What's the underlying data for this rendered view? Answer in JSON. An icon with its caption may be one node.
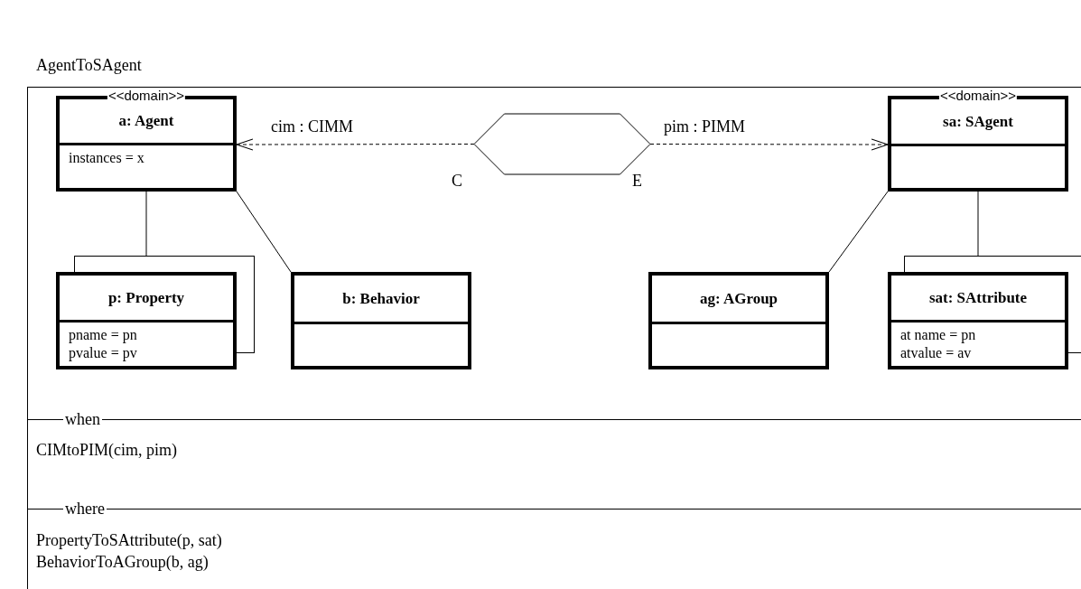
{
  "diagram": {
    "title": "AgentToSAgent",
    "nodes": [
      {
        "text": [
          "<<domain>>",
          "a: Agent",
          "instances = x"
        ]
      },
      {
        "text": [],
        "shape": "hexagon",
        "beside": [
          "C",
          "E"
        ]
      },
      {
        "text": [
          "<<domain>>",
          "sa: SAgent"
        ]
      },
      {
        "text": [
          "p: Property",
          "pname = pn",
          "pvalue = pv"
        ]
      },
      {
        "text": [
          "b: Behavior"
        ]
      },
      {
        "text": [
          "ag: AGroup"
        ]
      },
      {
        "text": [
          "sat: SAttribute",
          "at name = pn",
          "atvalue = av"
        ]
      }
    ],
    "edges": [
      {
        "from": 1,
        "to": 0,
        "arrow": "to",
        "style": "dashed",
        "label": "cim : CIMM"
      },
      {
        "from": 1,
        "to": 2,
        "arrow": "to",
        "style": "dashed",
        "label": "pim : PIMM"
      },
      {
        "from": 0,
        "to": 3,
        "arrow": "none"
      },
      {
        "from": 0,
        "to": 4,
        "arrow": "none"
      },
      {
        "from": 2,
        "to": 5,
        "arrow": "none"
      },
      {
        "from": 2,
        "to": 6,
        "arrow": "none"
      }
    ],
    "labels": [
      "when",
      "CIMtoPIM(cim, pim)",
      "where",
      "PropertyToSAttribute(p, sat)",
      "BehaviorToAGroup(b, ag)"
    ]
  }
}
